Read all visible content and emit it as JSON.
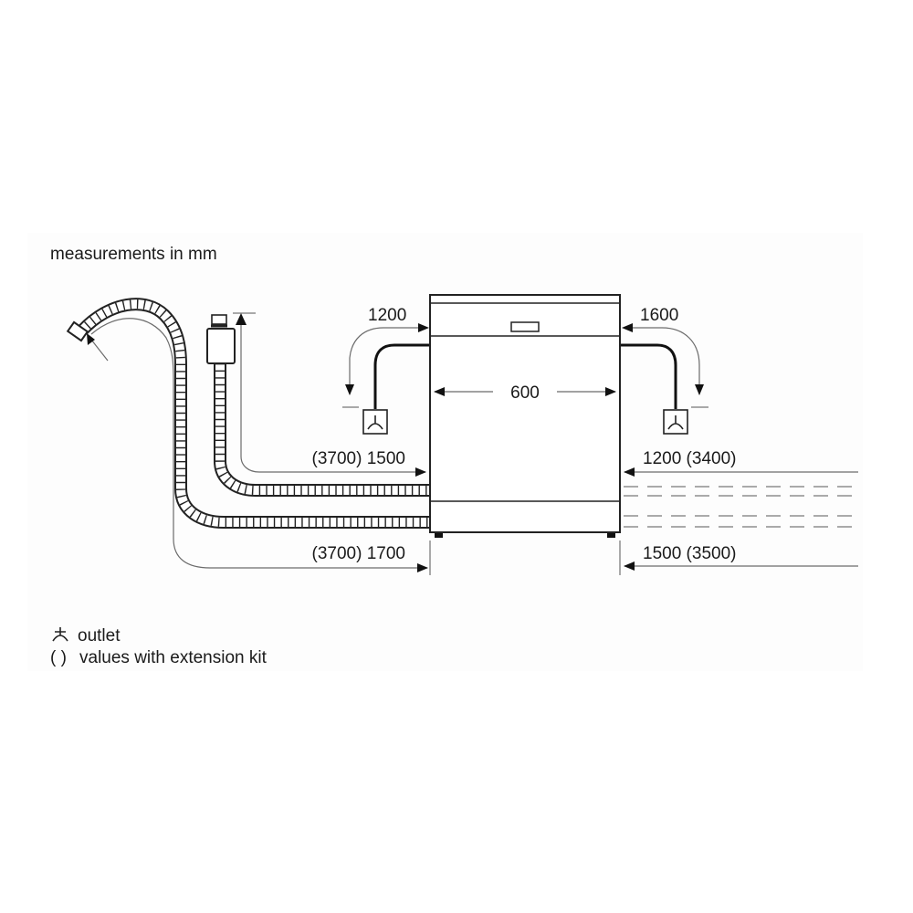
{
  "title": "measurements in mm",
  "appliance": {
    "width_label": "600"
  },
  "dimensions": {
    "left_outlet_top": "1200",
    "right_outlet_top": "1600",
    "left_inlet_hose": "(3700) 1500",
    "left_drain_hose": "(3700) 1700",
    "right_upper": "1200 (3400)",
    "right_lower": "1500 (3500)"
  },
  "legend": {
    "outlet_symbol": "ⲡ",
    "outlet_label": "outlet",
    "parens_symbol": "( )",
    "parens_label": "values with extension kit"
  },
  "colors": {
    "line": "#222222",
    "dimension": "#6b6b6b",
    "background": "#ffffff"
  }
}
